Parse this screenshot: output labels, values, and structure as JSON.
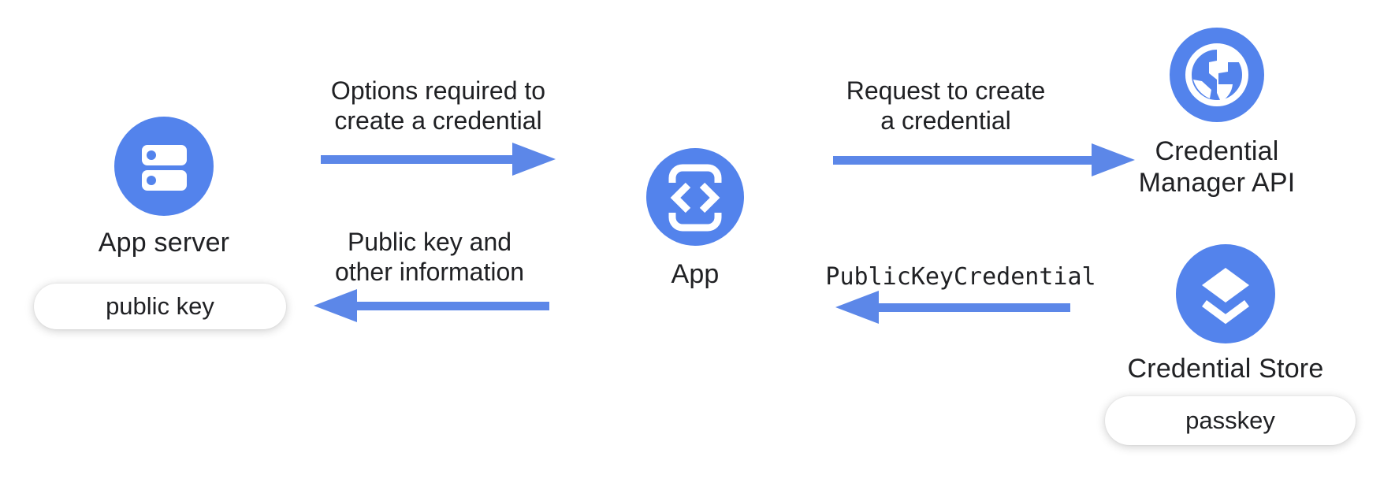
{
  "colors": {
    "node_blue": "#5383EC",
    "arrow_blue": "#5C87E8",
    "text": "#202124",
    "icon_white": "#ffffff",
    "pill_bg": "#ffffff"
  },
  "nodes": {
    "app_server": {
      "label": "App server",
      "icon": "server-icon",
      "artifact": "public key"
    },
    "app": {
      "label": "App",
      "icon": "phone-code-icon"
    },
    "credential_manager": {
      "label": "Credential\nManager API",
      "icon": "globe-icon"
    },
    "credential_store": {
      "label": "Credential Store",
      "icon": "layers-icon",
      "artifact": "passkey"
    }
  },
  "arrows": {
    "options": {
      "label": "Options required to\ncreate a credential",
      "direction": "right"
    },
    "request": {
      "label": "Request to create\na credential",
      "direction": "right"
    },
    "public_key_credential": {
      "label": "PublicKeyCredential",
      "direction": "left",
      "code": true
    },
    "public_key_info": {
      "label": "Public key and\nother information",
      "direction": "left"
    }
  }
}
